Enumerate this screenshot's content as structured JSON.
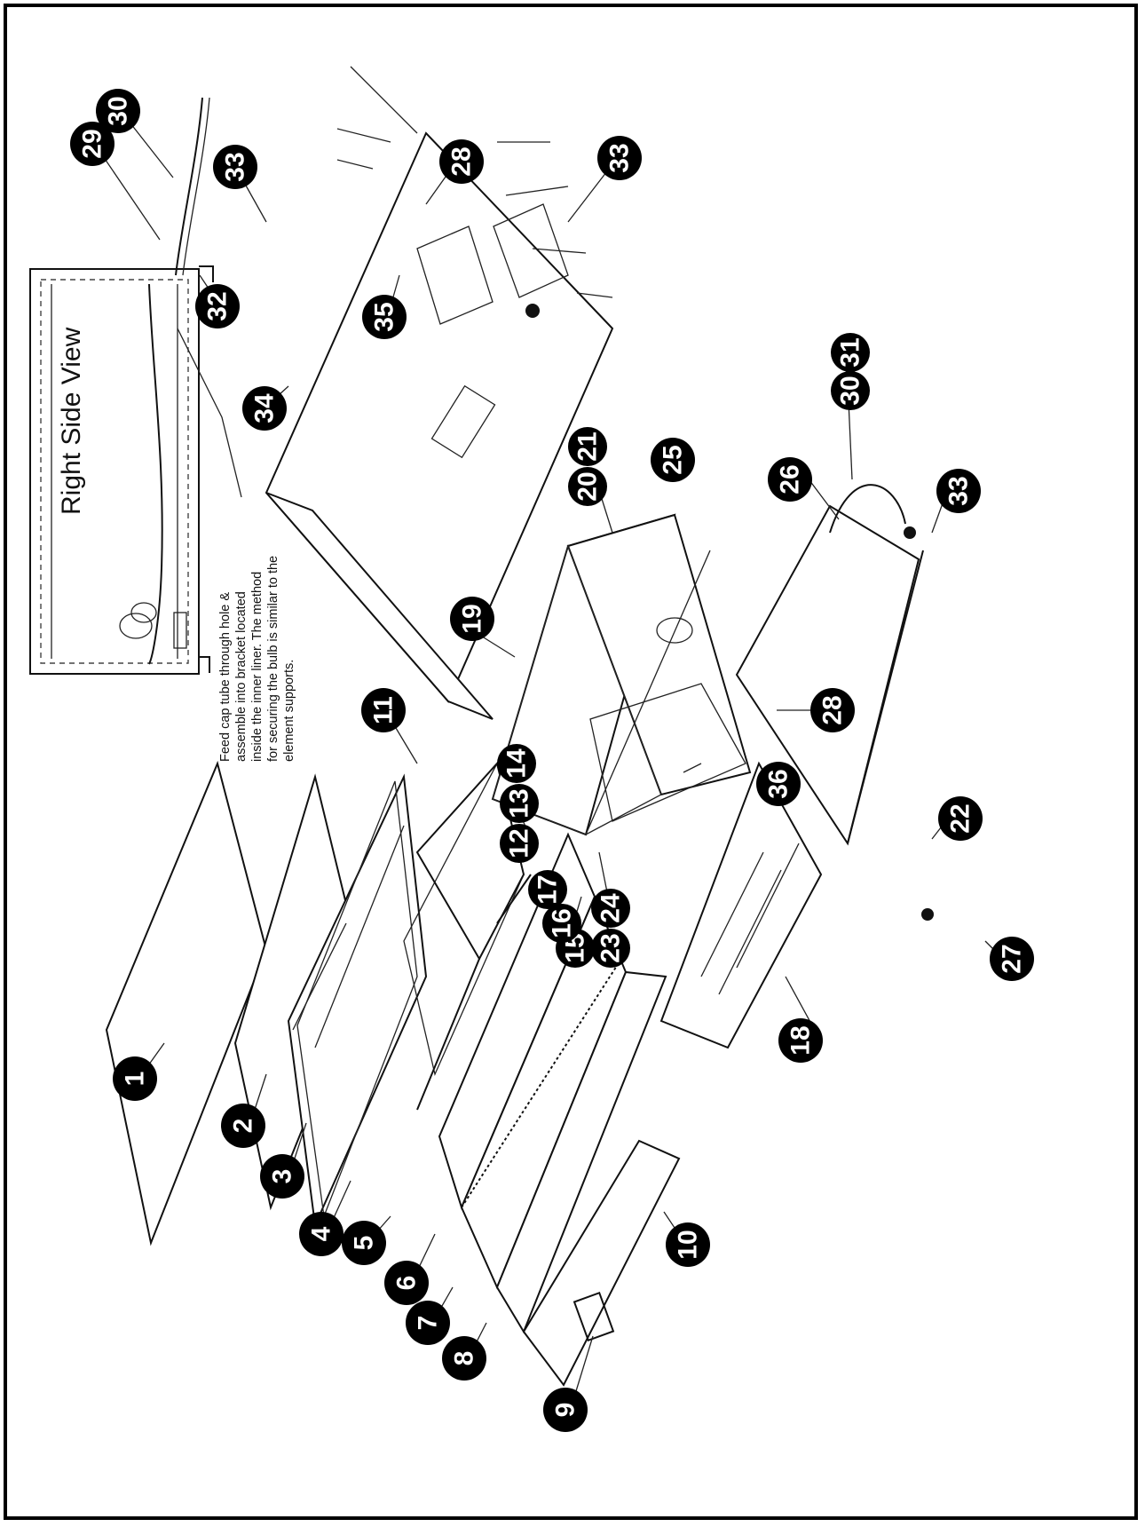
{
  "diagram": {
    "view_label": "Right Side View",
    "note_lines": [
      "Feed cap tube through hole &",
      "assemble into bracket located",
      "inside the inner liner. The method",
      "for securing the bulb is similar to the",
      "element supports."
    ],
    "callouts": [
      {
        "id": "c1",
        "label": "1"
      },
      {
        "id": "c2",
        "label": "2"
      },
      {
        "id": "c3",
        "label": "3"
      },
      {
        "id": "c4",
        "label": "4"
      },
      {
        "id": "c5",
        "label": "5"
      },
      {
        "id": "c6",
        "label": "6"
      },
      {
        "id": "c7",
        "label": "7"
      },
      {
        "id": "c8",
        "label": "8"
      },
      {
        "id": "c9",
        "label": "9"
      },
      {
        "id": "c10",
        "label": "10"
      },
      {
        "id": "c11",
        "label": "11"
      },
      {
        "id": "c12",
        "label": "12"
      },
      {
        "id": "c13",
        "label": "13"
      },
      {
        "id": "c14",
        "label": "14"
      },
      {
        "id": "c15",
        "label": "15"
      },
      {
        "id": "c16",
        "label": "16"
      },
      {
        "id": "c17",
        "label": "17"
      },
      {
        "id": "c18",
        "label": "18"
      },
      {
        "id": "c19",
        "label": "19"
      },
      {
        "id": "c20",
        "label": "20"
      },
      {
        "id": "c21",
        "label": "21"
      },
      {
        "id": "c22",
        "label": "22"
      },
      {
        "id": "c23",
        "label": "23"
      },
      {
        "id": "c24",
        "label": "24"
      },
      {
        "id": "c25",
        "label": "25"
      },
      {
        "id": "c26",
        "label": "26"
      },
      {
        "id": "c27",
        "label": "27"
      },
      {
        "id": "c28a",
        "label": "28"
      },
      {
        "id": "c28b",
        "label": "28"
      },
      {
        "id": "c29",
        "label": "29"
      },
      {
        "id": "c30a",
        "label": "30"
      },
      {
        "id": "c30b",
        "label": "30"
      },
      {
        "id": "c31",
        "label": "31"
      },
      {
        "id": "c32",
        "label": "32"
      },
      {
        "id": "c33a",
        "label": "33"
      },
      {
        "id": "c33b",
        "label": "33"
      },
      {
        "id": "c33c",
        "label": "33"
      },
      {
        "id": "c34",
        "label": "34"
      },
      {
        "id": "c35",
        "label": "35"
      },
      {
        "id": "c36",
        "label": "36"
      }
    ]
  }
}
